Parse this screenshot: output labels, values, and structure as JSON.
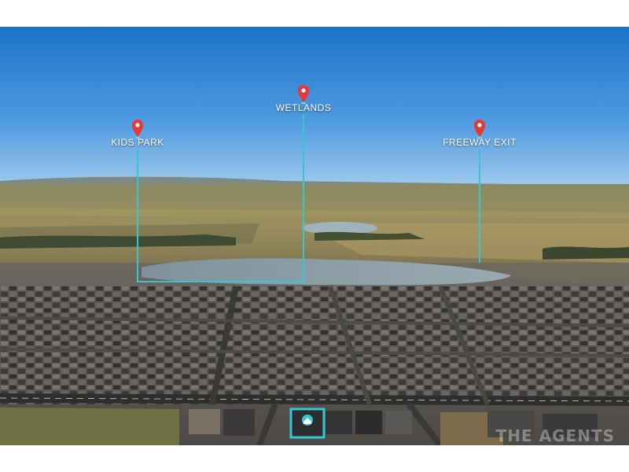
{
  "points_of_interest": [
    {
      "id": "kids-park",
      "label": "KIDS PARK"
    },
    {
      "id": "wetlands",
      "label": "WETLANDS"
    },
    {
      "id": "freeway-exit",
      "label": "FREEWAY EXIT"
    }
  ],
  "watermark": {
    "text": "THE AGENTS"
  },
  "colors": {
    "pointer_line": "#35c6d4",
    "pin_red": "#e53935",
    "pin_accent": "#7cd3d8",
    "house_highlight": "#35c6d4"
  },
  "icons": [
    "map-pin-icon",
    "house-icon"
  ]
}
